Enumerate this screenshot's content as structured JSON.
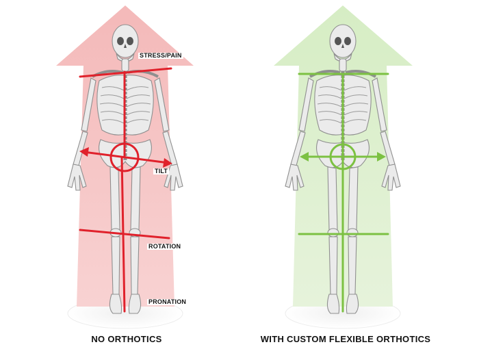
{
  "panels": {
    "left": {
      "caption": "NO ORTHOTICS",
      "labels": {
        "stress": "STRESS/PAIN",
        "tilt": "TILT",
        "rotation": "ROTATION",
        "pronation": "PRONATION"
      }
    },
    "right": {
      "caption": "WITH CUSTOM FLEXIBLE ORTHOTICS"
    }
  },
  "colors": {
    "left_arrow": "#f6c4c4",
    "left_lines": "#e0212b",
    "right_arrow": "#dcefcc",
    "right_lines": "#7cc142",
    "bone": "#e9e9e9",
    "bone_stroke": "#9a9a9a",
    "floor": "#ececec"
  }
}
